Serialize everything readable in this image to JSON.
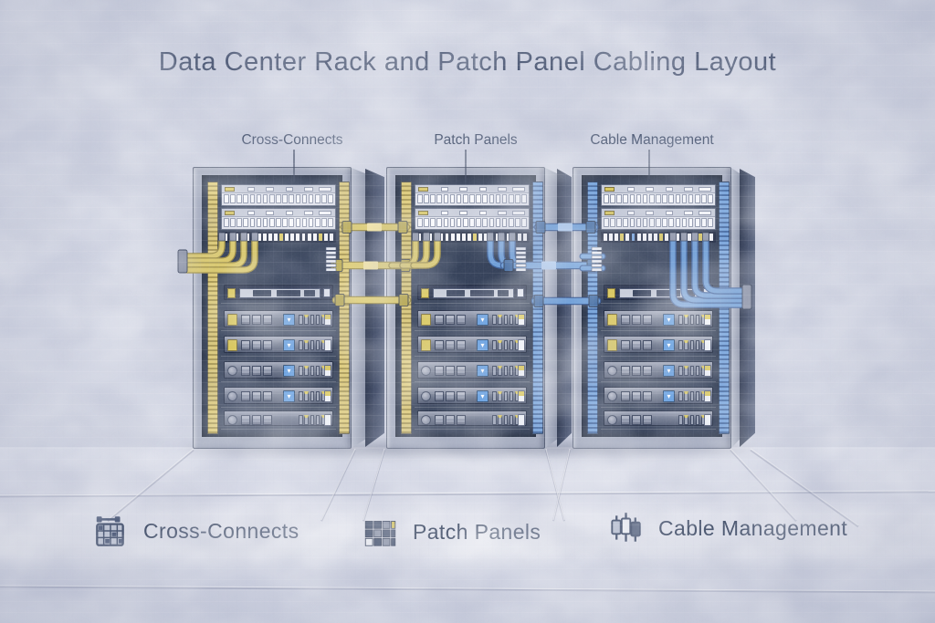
{
  "title": "Data Center Rack and Patch Panel Cabling Layout",
  "rack_labels": [
    {
      "label": "Cross-Connects"
    },
    {
      "label": "Patch Panels"
    },
    {
      "label": "Cable Management"
    }
  ],
  "legend": {
    "items": [
      {
        "label": "Cross-Connects"
      },
      {
        "label": "Patch Panels"
      },
      {
        "label": "Cable Management"
      }
    ]
  },
  "racks": [
    {
      "name": "rack-1",
      "left_cable": "yellow",
      "right_cable": "yellow"
    },
    {
      "name": "rack-2",
      "left_cable": "yellow",
      "right_cable": "blue"
    },
    {
      "name": "rack-3",
      "left_cable": "blue",
      "right_cable": "blue"
    }
  ],
  "colors": {
    "background": "#cdd1e0",
    "title_text": "#4d5975",
    "rack_label_text": "#46536e",
    "legend_text": "#3f4c66",
    "rack_frame": "#a6adc0",
    "rack_interior": "#36425a",
    "panel_face": "#dfe2ec",
    "port_white": "#f8f9fd",
    "cable_yellow": "#d9c86e",
    "cable_yellow_dark": "#9c8d47",
    "cable_blue": "#6f9fd8",
    "cable_blue_dark": "#40639c",
    "server_accent_yellow": "#d9c75e",
    "server_logo_blue": "#5f9bdf"
  }
}
